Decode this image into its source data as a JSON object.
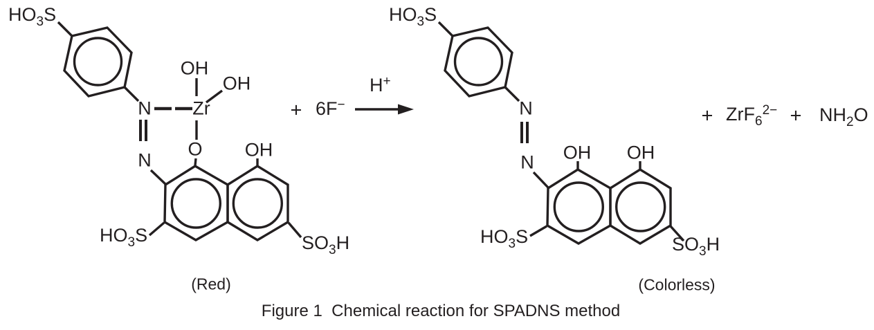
{
  "colors": {
    "ink": "#231f20",
    "background": "#ffffff"
  },
  "caption": "Figure 1  Chemical reaction for SPADNS method",
  "left_complex": {
    "state_label": "(Red)",
    "sulfo_top": {
      "a": "HO",
      "sub": "3",
      "b": "S"
    },
    "azo_n_upper": "N",
    "azo_n_lower": "N",
    "zirconium": "Zr",
    "hydroxyl_top": "OH",
    "hydroxyl_side": "OH",
    "bridge_oxygen": "O",
    "naphthol_hydroxyl": "OH",
    "sulfo_bottom_left": {
      "a": "HO",
      "sub": "3",
      "b": "S"
    },
    "sulfo_bottom_right": {
      "a": "SO",
      "sub": "3",
      "b": "H"
    }
  },
  "reagents": {
    "plus": "+",
    "fluoride": {
      "main": "6F",
      "sup": "−"
    },
    "arrow_condition": {
      "main": "H",
      "sup": "+"
    }
  },
  "product_dye": {
    "state_label": "(Colorless)",
    "sulfo_top": {
      "a": "HO",
      "sub": "3",
      "b": "S"
    },
    "azo_n_upper": "N",
    "azo_n_lower": "N",
    "hydroxyl_left": "OH",
    "hydroxyl_right": "OH",
    "sulfo_bottom_left": {
      "a": "HO",
      "sub": "3",
      "b": "S"
    },
    "sulfo_bottom_right": {
      "a": "SO",
      "sub": "3",
      "b": "H"
    }
  },
  "byproducts": {
    "plus_1": "+",
    "zirconium_fluoride": {
      "main": "ZrF",
      "sub": "6",
      "sup": "2−"
    },
    "plus_2": "+",
    "nh2o": {
      "a": "NH",
      "sub": "2",
      "b": "O"
    }
  }
}
